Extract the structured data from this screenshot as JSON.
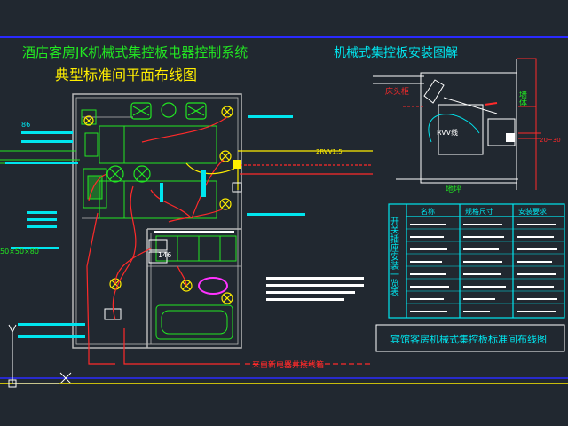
{
  "title_line1": "酒店客房JK机械式集控板电器控制系统",
  "title_line2": "典型标准间平面布线图",
  "install_title": "机械式集控板安装图解",
  "label_headboard": "床头柜",
  "label_rvv": "RVV线",
  "label_floor": "地坪",
  "label_wall": "墙体",
  "label_dim": "20~30",
  "label_rvvbs": "2RVV1.5",
  "label_dims_left": "50×50×80",
  "label_146": "146",
  "label_86": "86",
  "label_fresh": "来自新电器井接线箱",
  "legend": {
    "side_title": "开关插座安装一览表",
    "col_name": "名称",
    "col_spec": "规格尺寸",
    "col_req": "安装要求"
  },
  "footer_title": "宾馆客房机械式集控板标准间布线图",
  "colors": {
    "bg": "#212830",
    "cyan": "#00e5ee",
    "green": "#22e622",
    "red": "#ff2a2a",
    "yellow": "#ffee00",
    "magenta": "#ff33ff",
    "white": "#ffffff",
    "blue": "#2a2aff",
    "grey": "#b8b8b8"
  }
}
